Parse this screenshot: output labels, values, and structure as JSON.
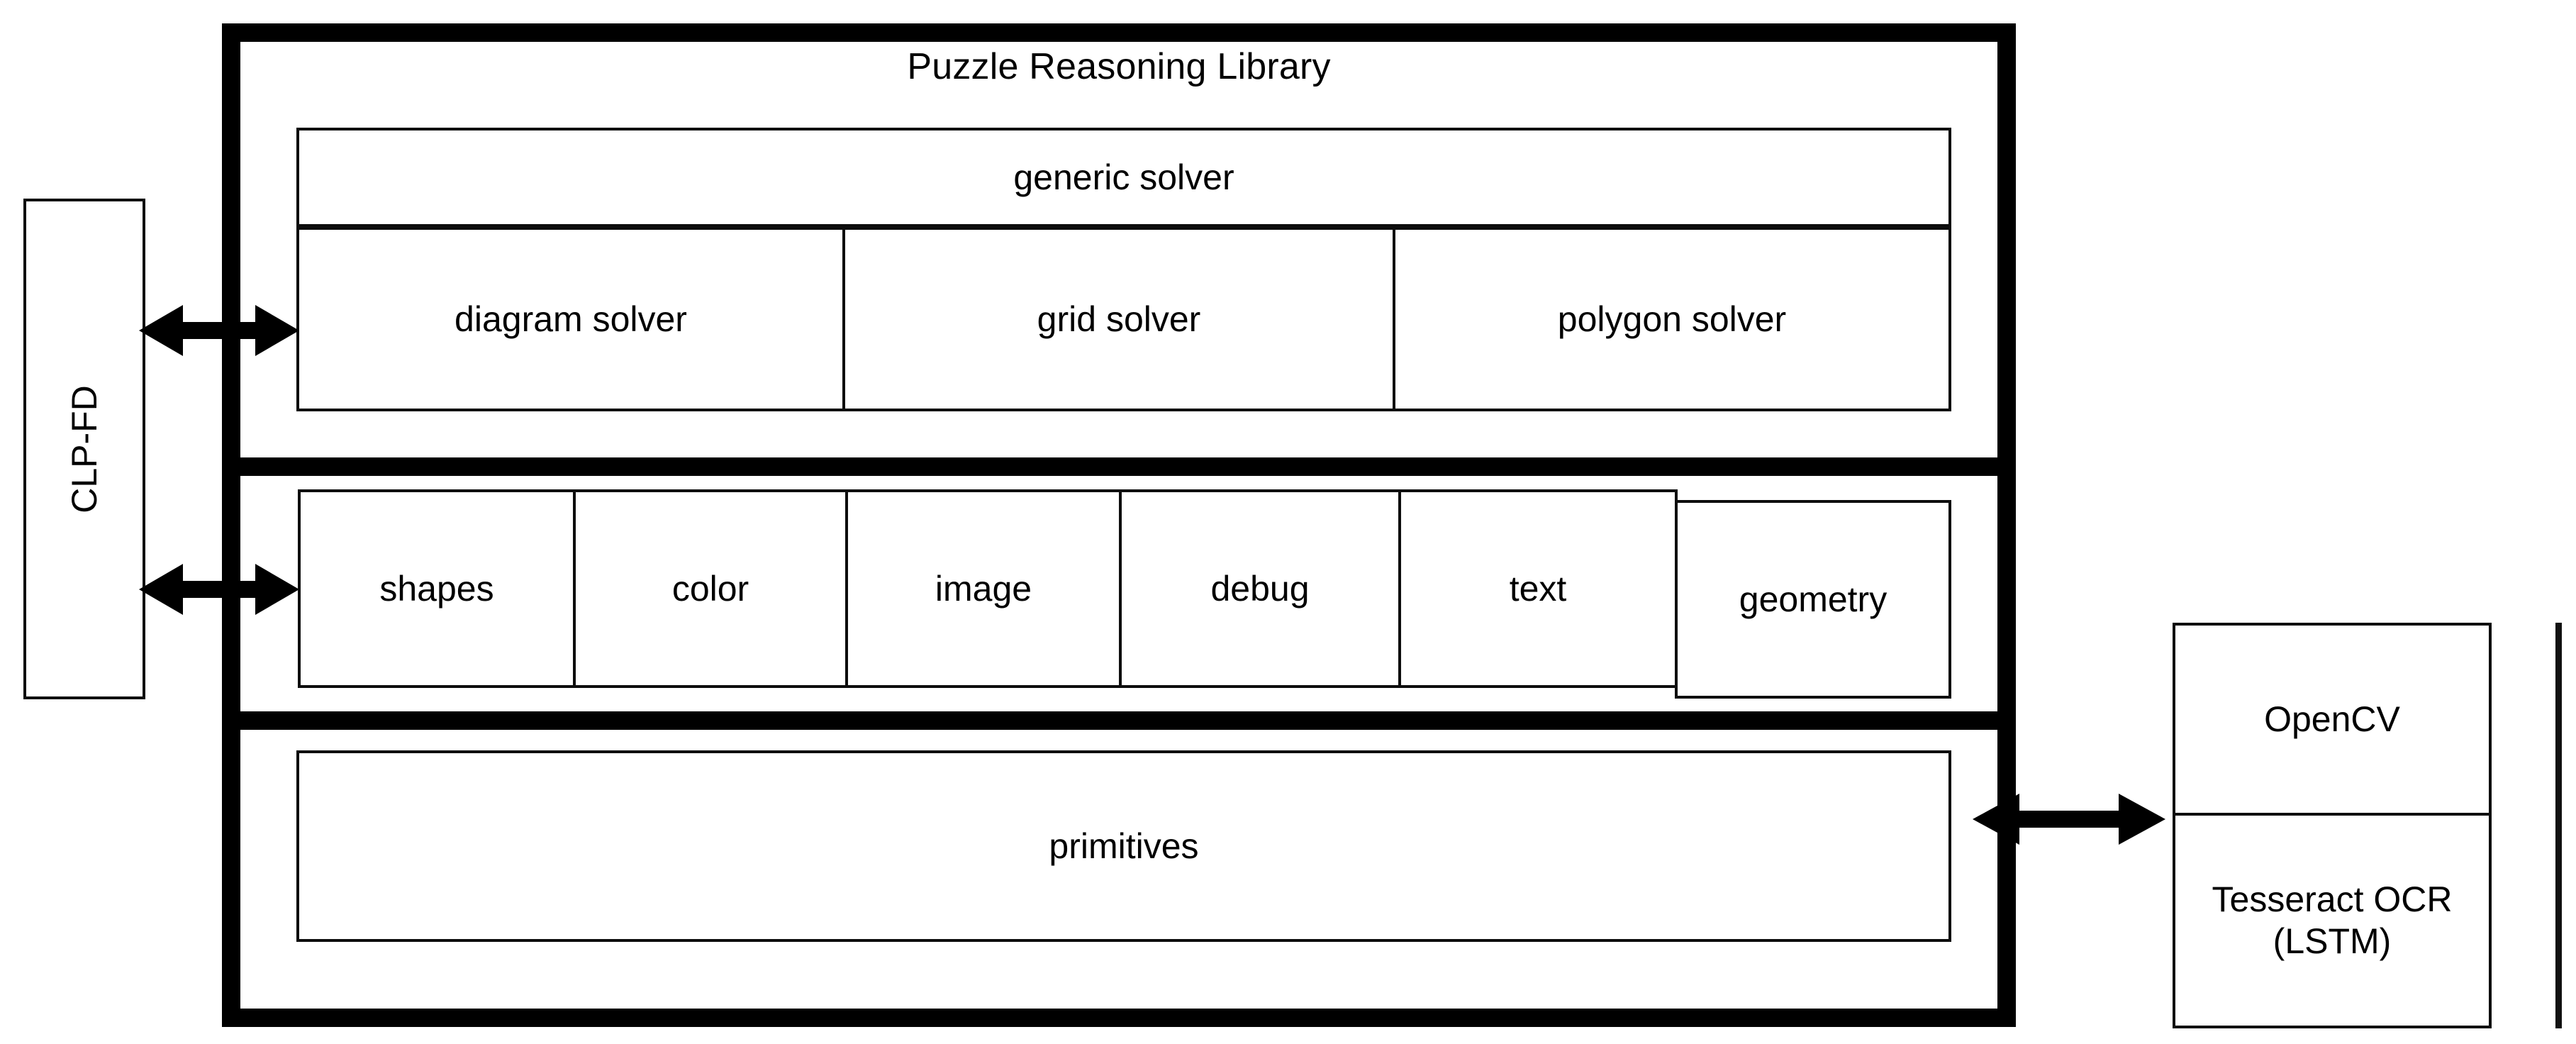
{
  "diagram": {
    "title": "Puzzle Reasoning Library",
    "external_left": {
      "label": "CLP-FD",
      "orientation": "vertical"
    },
    "layers": [
      {
        "name": "solver-layer",
        "header": {
          "label": "generic solver"
        },
        "cells": [
          {
            "label": "diagram solver"
          },
          {
            "label": "grid solver"
          },
          {
            "label": "polygon solver"
          }
        ]
      },
      {
        "name": "module-layer",
        "cells": [
          {
            "label": "shapes"
          },
          {
            "label": "color"
          },
          {
            "label": "image"
          },
          {
            "label": "debug"
          },
          {
            "label": "text"
          },
          {
            "label": "geometry"
          }
        ]
      },
      {
        "name": "primitives-layer",
        "cells": [
          {
            "label": "primitives"
          }
        ]
      }
    ],
    "external_right": {
      "items": [
        {
          "label": "OpenCV"
        },
        {
          "label": "Tesseract OCR\n(LSTM)",
          "line1": "Tesseract OCR",
          "line2": "(LSTM)"
        }
      ]
    },
    "connectors": [
      {
        "name": "clpfd-to-solver-layer",
        "style": "double-headed-arrow",
        "icon": "double-arrow-horizontal-icon"
      },
      {
        "name": "clpfd-to-module-layer",
        "style": "double-headed-arrow",
        "icon": "double-arrow-horizontal-icon"
      },
      {
        "name": "primitives-to-vision-stack",
        "style": "double-headed-arrow",
        "icon": "double-arrow-horizontal-icon"
      }
    ],
    "colors": {
      "frame": "#000000",
      "box_border": "#0d0d0d",
      "background": "#ffffff",
      "text": "#000000"
    }
  }
}
